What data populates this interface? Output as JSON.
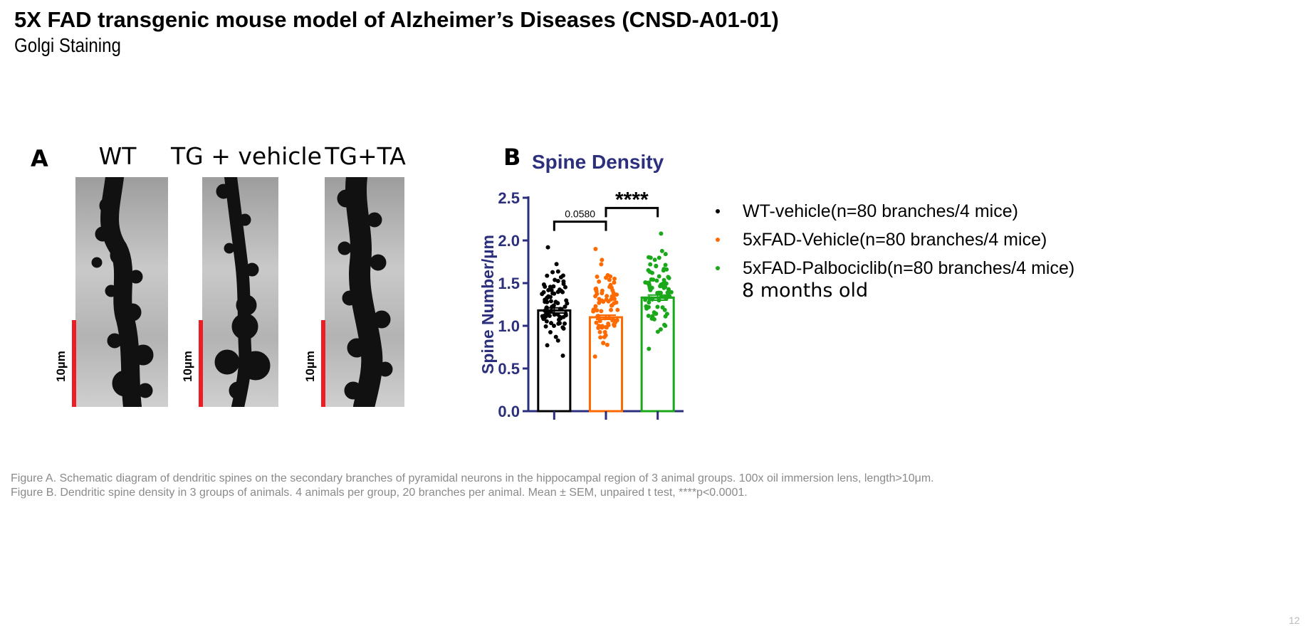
{
  "slide": {
    "title": "5X FAD transgenic mouse model of Alzheimer’s Diseases (CNSD-A01-01)",
    "subtitle": "Golgi Staining",
    "page_number": "12"
  },
  "panel_a": {
    "letter": "A",
    "images": [
      {
        "label": "WT",
        "scale": "10µm"
      },
      {
        "label": "TG + vehicle",
        "scale": "10µm"
      },
      {
        "label": "TG+TA",
        "scale": "10µm"
      }
    ]
  },
  "panel_b": {
    "letter": "B",
    "legend": [
      {
        "label": "WT-vehicle(n=80 branches/4 mice)",
        "color": "#000000"
      },
      {
        "label": "5xFAD-Vehicle(n=80 branches/4 mice)",
        "color": "#ff6a00"
      },
      {
        "label": "5xFAD-Palbociclib(n=80 branches/4 mice)",
        "color": "#1aa81a"
      }
    ],
    "age_note": "8 months old"
  },
  "chart_data": {
    "type": "bar",
    "title": "Spine Density",
    "ylabel": "Spine Number/µm",
    "xlabel": "",
    "ylim": [
      0,
      2.5
    ],
    "yticks": [
      "0.0",
      "0.5",
      "1.0",
      "1.5",
      "2.0",
      "2.5"
    ],
    "categories": [
      "WT-vehicle",
      "5xFAD-Vehicle",
      "5xFAD-Palbociclib"
    ],
    "values": [
      1.18,
      1.1,
      1.33
    ],
    "sem": [
      0.03,
      0.025,
      0.03
    ],
    "colors": [
      "#000000",
      "#ff6a00",
      "#1aa81a"
    ],
    "points_per_group": 80,
    "point_range": [
      [
        0.65,
        1.92
      ],
      [
        0.64,
        1.9
      ],
      [
        0.73,
        2.08
      ]
    ],
    "annotations": [
      {
        "from": 0,
        "to": 1,
        "text": "0.0580"
      },
      {
        "from": 1,
        "to": 2,
        "text": "****"
      }
    ],
    "title_color": "#2b2f7c",
    "axis_color": "#2b2f7c",
    "grid": false
  },
  "captions": [
    "Figure A. Schematic diagram of dendritic spines on the secondary branches of pyramidal neurons in the hippocampal region of  3 animal groups. 100x oil immersion lens, length>10μm.",
    "Figure B. Dendritic spine density in 3 groups of animals. 4 animals per group, 20 branches per animal. Mean ± SEM, unpaired t test, ****p<0.0001."
  ]
}
